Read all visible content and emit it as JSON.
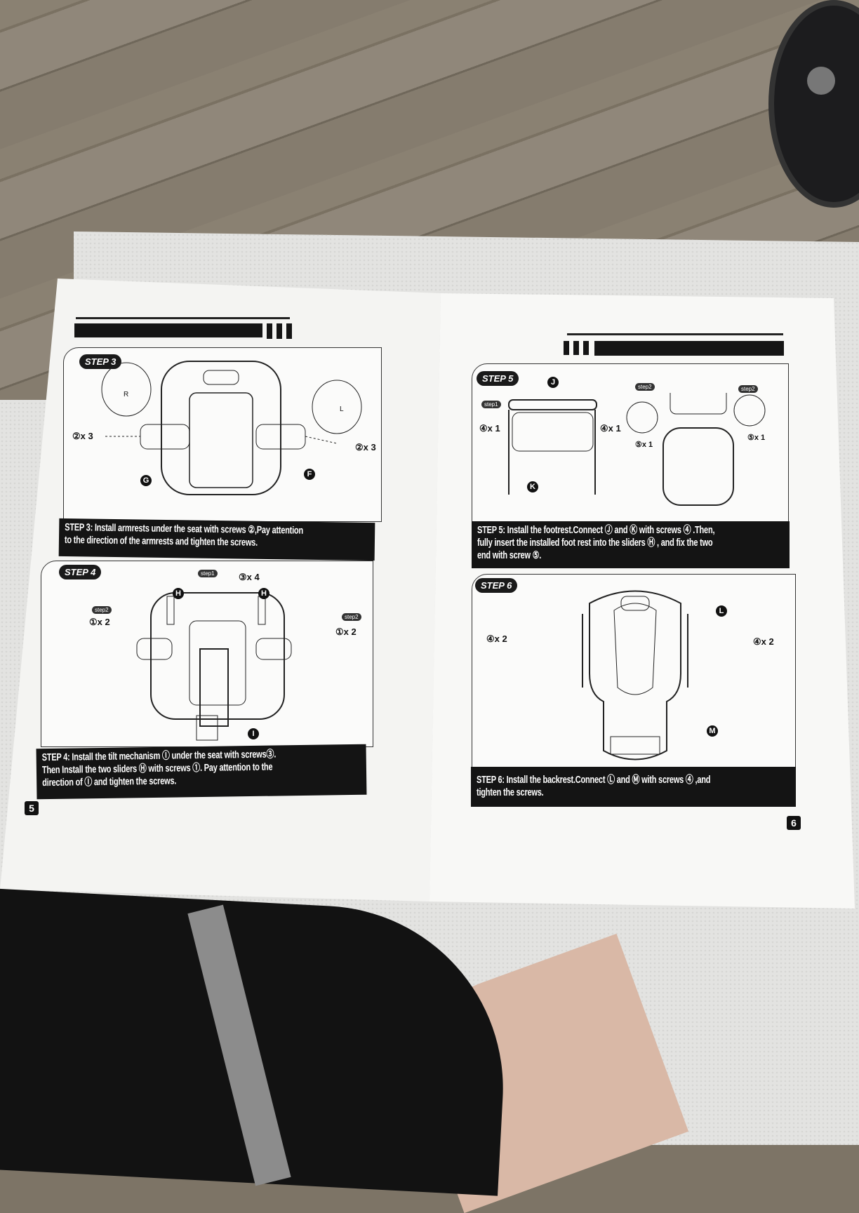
{
  "left_page": {
    "page_number": "5",
    "step3": {
      "badge": "STEP 3",
      "labels": {
        "screws_left": "②x 3",
        "screws_right": "②x 3",
        "part_g": "G",
        "part_f": "F",
        "arm_r": "R",
        "arm_l": "L"
      },
      "caption_line1": "STEP 3: Install armrests under the seat with screws ②,Pay attention",
      "caption_line2": "to the direction of the armrests and tighten the screws."
    },
    "step4": {
      "badge": "STEP 4",
      "labels": {
        "step1": "step1",
        "screws_top": "③x 4",
        "part_h_left": "H",
        "part_h_right": "H",
        "step2_left": "step2",
        "step2_right": "step2",
        "screws_left": "①x 2",
        "screws_right": "①x 2",
        "part_i": "I"
      },
      "caption_line1": "STEP 4: Install the tilt mechanism Ⓘ under the seat with screws③.",
      "caption_line2": "Then Install the two sliders Ⓗ with screws ①. Pay attention to the",
      "caption_line3": "direction of Ⓘ and tighten the screws."
    }
  },
  "right_page": {
    "page_number": "6",
    "step5": {
      "badge": "STEP 5",
      "labels": {
        "part_j": "J",
        "part_k": "K",
        "step1": "step1",
        "screws_left": "④x 1",
        "screws_right": "④x 1",
        "step2_a": "step2",
        "step2_b": "step2",
        "screw5_a": "⑤x 1",
        "screw5_b": "⑤x 1"
      },
      "caption_line1": "STEP 5: Install the footrest.Connect Ⓙ and Ⓚ with screws ④ .Then,",
      "caption_line2": "fully insert the installed foot rest into the sliders Ⓗ , and fix the two",
      "caption_line3": "end with screw ⑤."
    },
    "step6": {
      "badge": "STEP 6",
      "labels": {
        "screws_left": "④x 2",
        "screws_right": "④x 2",
        "part_l": "L",
        "part_m": "M"
      },
      "caption_line1": "STEP 6: Install the backrest.Connect Ⓛ and Ⓜ with screws ④ ,and",
      "caption_line2": "tighten the screws."
    }
  }
}
